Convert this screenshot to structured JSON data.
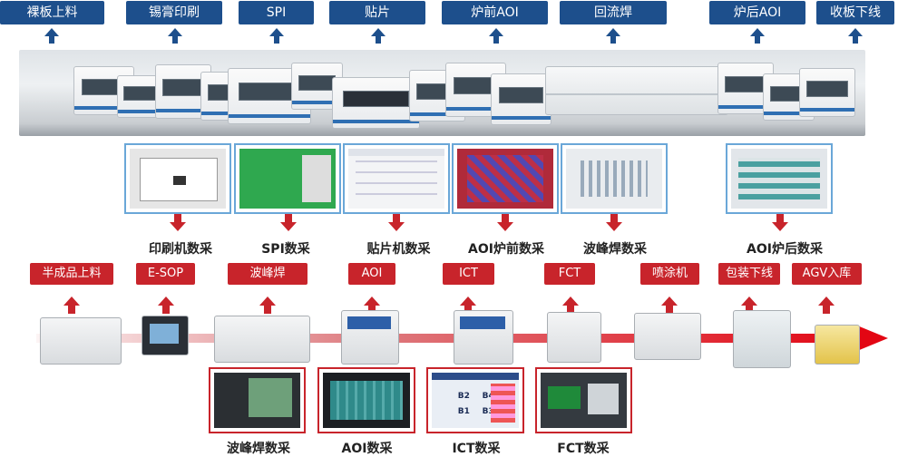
{
  "top_stations": [
    "裸板上料",
    "锡膏印刷",
    "SPI",
    "贴片",
    "炉前AOI",
    "回流焊",
    "炉后AOI",
    "收板下线"
  ],
  "top_captions": [
    "印刷机数采",
    "SPI数采",
    "贴片机数采",
    "AOI炉前数采",
    "波峰焊数采",
    "AOI炉后数采"
  ],
  "mid_stations": [
    "半成品上料",
    "E-SOP",
    "波峰焊",
    "AOI",
    "ICT",
    "FCT",
    "喷涂机",
    "包装下线",
    "AGV入库"
  ],
  "bottom_captions": [
    "波峰焊数采",
    "AOI数采",
    "ICT数采",
    "FCT数采"
  ],
  "screen_texts": {
    "ict_b2": "B2",
    "ict_b4": "B4",
    "ict_b1": "B1",
    "ict_b3": "B3"
  },
  "colors": {
    "navy": "#1d4f8c",
    "red": "#c8242b",
    "light_blue_border": "#6aa7d8"
  }
}
